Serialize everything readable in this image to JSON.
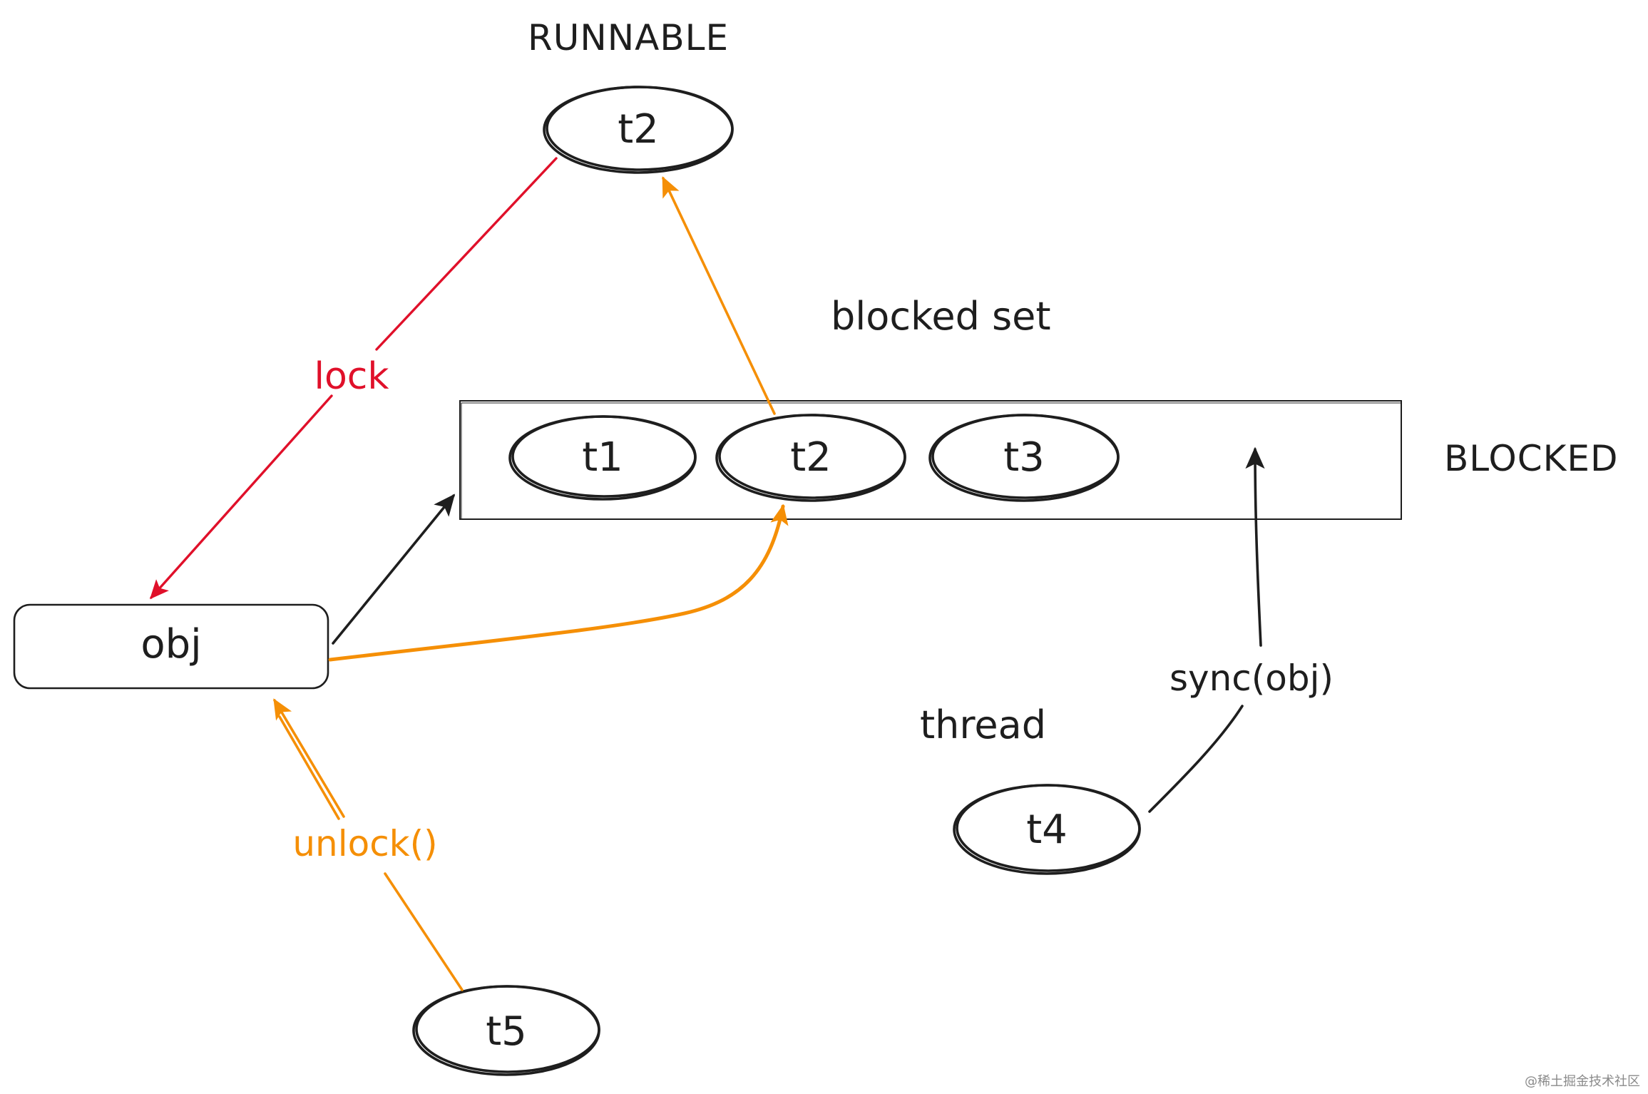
{
  "states": {
    "runnable": "RUNNABLE",
    "blocked": "BLOCKED"
  },
  "labels": {
    "blocked_set": "blocked set",
    "thread": "thread"
  },
  "nodes": {
    "runnable_t2": "t2",
    "blocked_t1": "t1",
    "blocked_t2": "t2",
    "blocked_t3": "t3",
    "obj": "obj",
    "t4": "t4",
    "t5": "t5"
  },
  "edges": {
    "lock": "lock",
    "unlock": "unlock()",
    "sync": "sync(obj)"
  },
  "colors": {
    "ink": "#1e1e1e",
    "lock": "#e0102a",
    "unlock": "#f58f06"
  },
  "watermark": "@稀土掘金技术社区"
}
